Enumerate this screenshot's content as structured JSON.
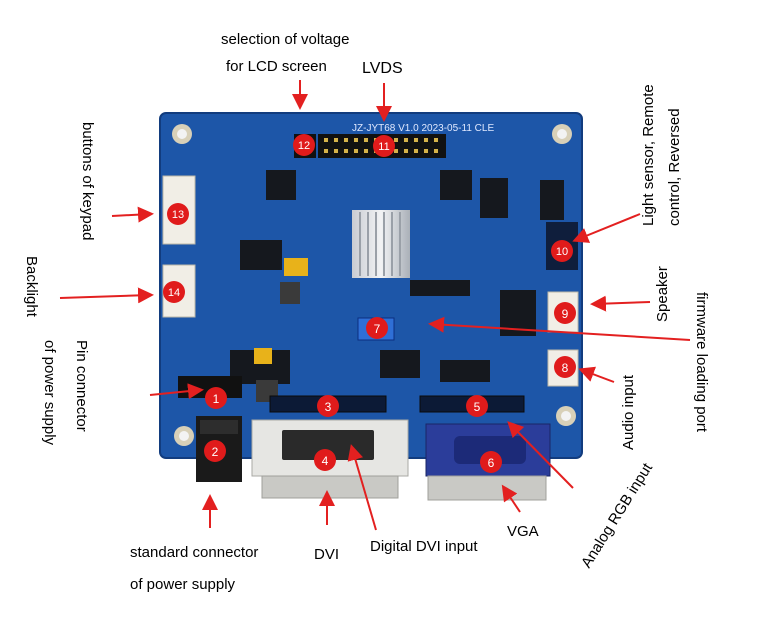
{
  "board": {
    "silkscreen": "JZ-JYT68  V1.0   2023-05-11 CLE"
  },
  "labels": {
    "voltage_line1": "selection of voltage",
    "voltage_line2": "for LCD screen",
    "lvds": "LVDS",
    "buttons_keypad": "buttons of keypad",
    "backlight": "Backlight",
    "pin_connector_line1": "Pin connector",
    "pin_connector_line2": "of power supply",
    "standard_line1": "standard connector",
    "standard_line2": "of power supply",
    "dvi": "DVI",
    "digital_dvi": "Digital DVI input",
    "vga": "VGA",
    "analog_rgb": "Analog RGB input",
    "audio_input": "Audio input",
    "firmware": "firmware loading port",
    "speaker": "Speaker",
    "light_sensor_line1": "Light sensor, Remote",
    "light_sensor_line2": "control, Reversed"
  },
  "markers": [
    "1",
    "2",
    "3",
    "4",
    "5",
    "6",
    "7",
    "8",
    "9",
    "10",
    "11",
    "12",
    "13",
    "14"
  ],
  "colors": {
    "pcb": "#1d56a8",
    "pcb_dark": "#123c7e",
    "marker": "#e01b1b",
    "arrow": "#e32020",
    "connector_white": "#f1eee6",
    "vga_blue": "#2b3d9a"
  }
}
